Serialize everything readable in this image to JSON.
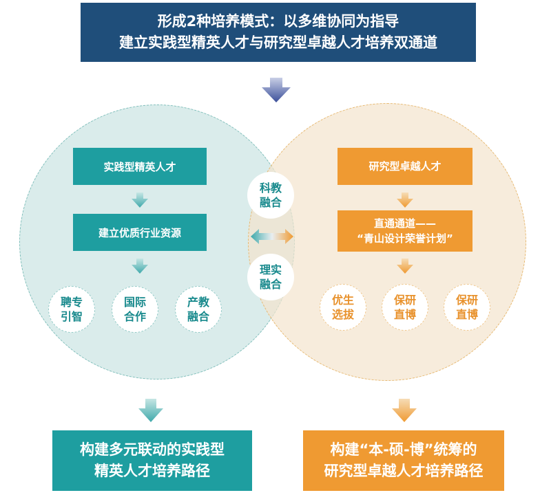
{
  "header": {
    "line1": "形成2种培养模式：以多维协同为指导",
    "line2": "建立实践型精英人才与研究型卓越人才培养双通道"
  },
  "left": {
    "title": "实践型精英人才",
    "resource": "建立优质行业资源",
    "circles": [
      {
        "line1": "聘专",
        "line2": "引智"
      },
      {
        "line1": "国际",
        "line2": "合作"
      },
      {
        "line1": "产教",
        "line2": "融合"
      }
    ]
  },
  "middle": {
    "top": {
      "line1": "科教",
      "line2": "融合"
    },
    "bottom": {
      "line1": "理实",
      "line2": "融合"
    }
  },
  "right": {
    "title": "研究型卓越人才",
    "channel_line1": "直通通道——",
    "channel_line2": "“青山设计荣誉计划”",
    "circles": [
      {
        "line1": "优生",
        "line2": "选拔"
      },
      {
        "line1": "保研",
        "line2": "直博"
      },
      {
        "line1": "保研",
        "line2": "直博"
      }
    ]
  },
  "bottom": {
    "left_line1": "构建多元联动的实践型",
    "left_line2": "精英人才培养路径",
    "right_line1": "构建“本-硕-博”统筹的",
    "right_line2": "研究型卓越人才培养路径"
  },
  "colors": {
    "navy": "#1f4e7a",
    "teal": "#1e9ea0",
    "orange": "#ef9a32"
  }
}
